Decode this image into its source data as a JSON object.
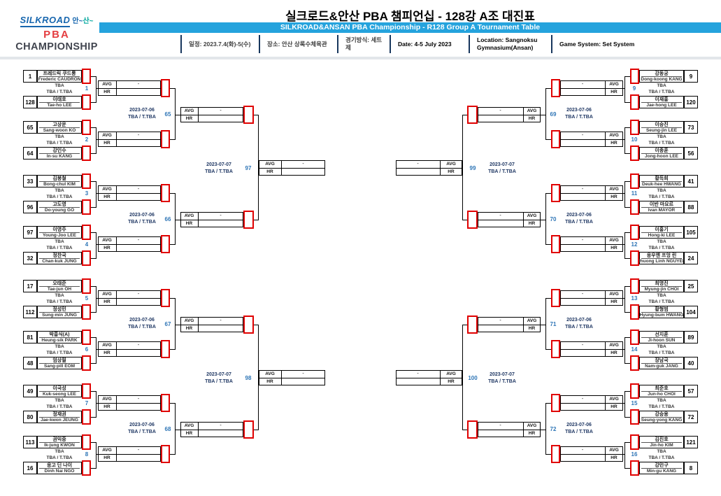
{
  "header": {
    "logo": {
      "silkroad": "SILKROAD",
      "ansan1": "안~",
      "ansan2": "산~",
      "pba": "PBA",
      "championship": "CHAMPIONSHIP"
    },
    "title_kr": "실크로드&안산 PBA 챔피언십 - 128강 A조 대진표",
    "title_en": "SILKROAD&ANSAN PBA Championship - R128 Group A Tournament Table",
    "info": [
      {
        "text": "일정: 2023.7.4(화)-5(수)",
        "lang": "kr"
      },
      {
        "text": "장소: 안산 상록수체육관",
        "lang": "kr"
      },
      {
        "text": "경기방식: 세트제",
        "lang": "kr"
      },
      {
        "text": "Date: 4-5 July 2023",
        "lang": "en"
      },
      {
        "text": "Location: Sangnoksu Gymnasium(Ansan)",
        "lang": "en"
      },
      {
        "text": "Game System: Set System",
        "lang": "en"
      }
    ]
  },
  "labels": {
    "avg": "AVG",
    "hr": "HR",
    "tba": "TBA",
    "tba_slot": "TBA / T.TBA",
    "dash": "-"
  },
  "colors": {
    "accent_blue": "#25a3dd",
    "match_no_blue": "#2e75b6",
    "bracket_red": "#e00000",
    "divider_navy": "#17365d"
  },
  "bracket": {
    "r1": [
      {
        "no": "1",
        "p1": {
          "seed": "1",
          "kr": "프레드릭 쿠드롱",
          "en": "Frederic CAUDRON"
        },
        "p2": {
          "seed": "128",
          "kr": "이태호",
          "en": "Tae-ho LEE"
        }
      },
      {
        "no": "2",
        "p1": {
          "seed": "65",
          "kr": "고상운",
          "en": "Sang-woon KO"
        },
        "p2": {
          "seed": "64",
          "kr": "강인수",
          "en": "In-su KANG"
        }
      },
      {
        "no": "3",
        "p1": {
          "seed": "33",
          "kr": "김봉철",
          "en": "Bong-chul KIM"
        },
        "p2": {
          "seed": "96",
          "kr": "고도영",
          "en": "Do-young GO"
        }
      },
      {
        "no": "4",
        "p1": {
          "seed": "97",
          "kr": "이영주",
          "en": "Young-Joo LEE"
        },
        "p2": {
          "seed": "32",
          "kr": "정찬국",
          "en": "Chan-kuk JUNG"
        }
      },
      {
        "no": "5",
        "p1": {
          "seed": "17",
          "kr": "오태준",
          "en": "Tae-jun OH"
        },
        "p2": {
          "seed": "112",
          "kr": "정성민",
          "en": "Sung-min JUNG"
        }
      },
      {
        "no": "6",
        "p1": {
          "seed": "81",
          "kr": "박흥식(A)",
          "en": "Heung-sik PARK"
        },
        "p2": {
          "seed": "48",
          "kr": "엄상필",
          "en": "Sang-pill EOM"
        }
      },
      {
        "no": "7",
        "p1": {
          "seed": "49",
          "kr": "이국성",
          "en": "Kuk-seong LEE"
        },
        "p2": {
          "seed": "80",
          "kr": "정재권",
          "en": "Jae-kwon JEUNG"
        }
      },
      {
        "no": "8",
        "p1": {
          "seed": "113",
          "kr": "권익중",
          "en": "Ik-jung KWON"
        },
        "p2": {
          "seed": "16",
          "kr": "응고 딘 나이",
          "en": "Dinh Nai NGO"
        }
      },
      {
        "no": "9",
        "p1": {
          "seed": "9",
          "kr": "강동궁",
          "en": "Dong-koong KANG"
        },
        "p2": {
          "seed": "120",
          "kr": "이재홍",
          "en": "Jae-hong LEE"
        }
      },
      {
        "no": "10",
        "p1": {
          "seed": "73",
          "kr": "이승진",
          "en": "Seung-jin LEE"
        },
        "p2": {
          "seed": "56",
          "kr": "이종훈",
          "en": "Jong-hoon LEE"
        }
      },
      {
        "no": "11",
        "p1": {
          "seed": "41",
          "kr": "황득희",
          "en": "Deuk-hee HWANG"
        },
        "p2": {
          "seed": "88",
          "kr": "이반 마요르",
          "en": "Ivan MAYOR"
        }
      },
      {
        "no": "12",
        "p1": {
          "seed": "105",
          "kr": "이홍기",
          "en": "Hong-ki LEE"
        },
        "p2": {
          "seed": "24",
          "kr": "응우옌 프엉 린",
          "en": "Phuong Linh NGUYEN"
        }
      },
      {
        "no": "13",
        "p1": {
          "seed": "25",
          "kr": "최명진",
          "en": "Myung-jin CHOI"
        },
        "p2": {
          "seed": "104",
          "kr": "황형범",
          "en": "Hyung-bum HWANG"
        }
      },
      {
        "no": "14",
        "p1": {
          "seed": "89",
          "kr": "선지훈",
          "en": "Ji-hoon SUN"
        },
        "p2": {
          "seed": "40",
          "kr": "장남국",
          "en": "Nam-guk JANG"
        }
      },
      {
        "no": "15",
        "p1": {
          "seed": "57",
          "kr": "최준호",
          "en": "Jun-ho CHOI"
        },
        "p2": {
          "seed": "72",
          "kr": "강승용",
          "en": "Seung-yong KANG"
        }
      },
      {
        "no": "16",
        "p1": {
          "seed": "121",
          "kr": "김진호",
          "en": "Jin-ho KIM"
        },
        "p2": {
          "seed": "8",
          "kr": "강민구",
          "en": "Min-gu KANG"
        }
      }
    ],
    "r2": [
      {
        "no": "65",
        "date": "2023-07-06",
        "slot": "TBA / T.TBA"
      },
      {
        "no": "66",
        "date": "2023-07-06",
        "slot": "TBA / T.TBA"
      },
      {
        "no": "67",
        "date": "2023-07-06",
        "slot": "TBA / T.TBA"
      },
      {
        "no": "68",
        "date": "2023-07-06",
        "slot": "TBA / T.TBA"
      },
      {
        "no": "69",
        "date": "2023-07-06",
        "slot": "TBA / T.TBA"
      },
      {
        "no": "70",
        "date": "2023-07-06",
        "slot": "TBA / T.TBA"
      },
      {
        "no": "71",
        "date": "2023-07-06",
        "slot": "TBA / T.TBA"
      },
      {
        "no": "72",
        "date": "2023-07-06",
        "slot": "TBA / T.TBA"
      }
    ],
    "r3": [
      {
        "no": "97",
        "date": "2023-07-07",
        "slot": "TBA / T.TBA"
      },
      {
        "no": "98",
        "date": "2023-07-07",
        "slot": "TBA / T.TBA"
      },
      {
        "no": "99",
        "date": "2023-07-07",
        "slot": "TBA / T.TBA"
      },
      {
        "no": "100",
        "date": "2023-07-07",
        "slot": "TBA / T.TBA"
      }
    ]
  }
}
